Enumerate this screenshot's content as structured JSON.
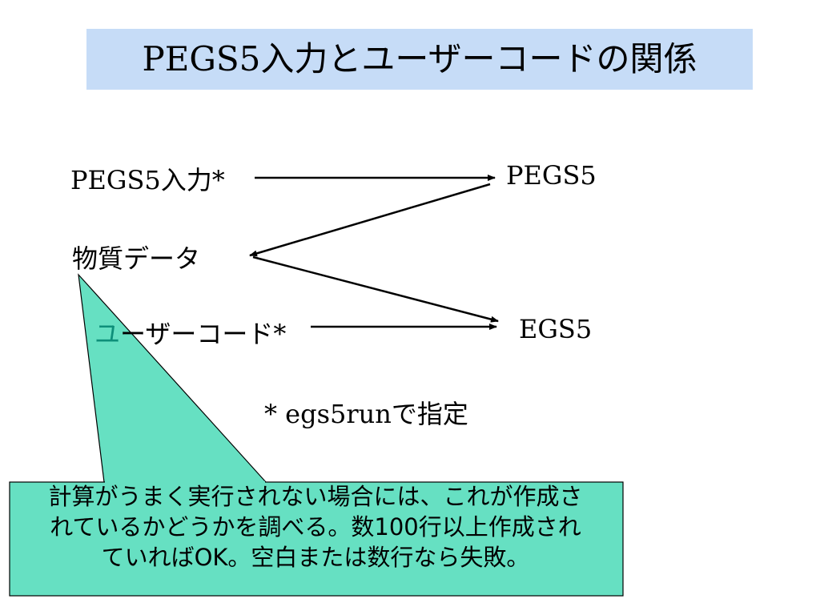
{
  "title": "PEGS5入力とユーザーコードの関係",
  "nodes": {
    "pegs5_input": "PEGS5入力*",
    "pegs5": "PEGS5",
    "material_data": "物質データ",
    "user_code_first": "ユ",
    "user_code_rest": "ーザーコード*",
    "egs5": "EGS5"
  },
  "note": "* egs5runで指定",
  "callout": {
    "line1": "計算がうまく実行されない場合には、これが作成さ",
    "line2": "れているかどうかを調べる。数100行以上作成され",
    "line3": "ていればOK。空白または数行なら失敗。"
  },
  "colors": {
    "title_bg": "#c6dcf7",
    "callout_fill": "#66e0c2",
    "accent_text": "#0e8f7a"
  }
}
